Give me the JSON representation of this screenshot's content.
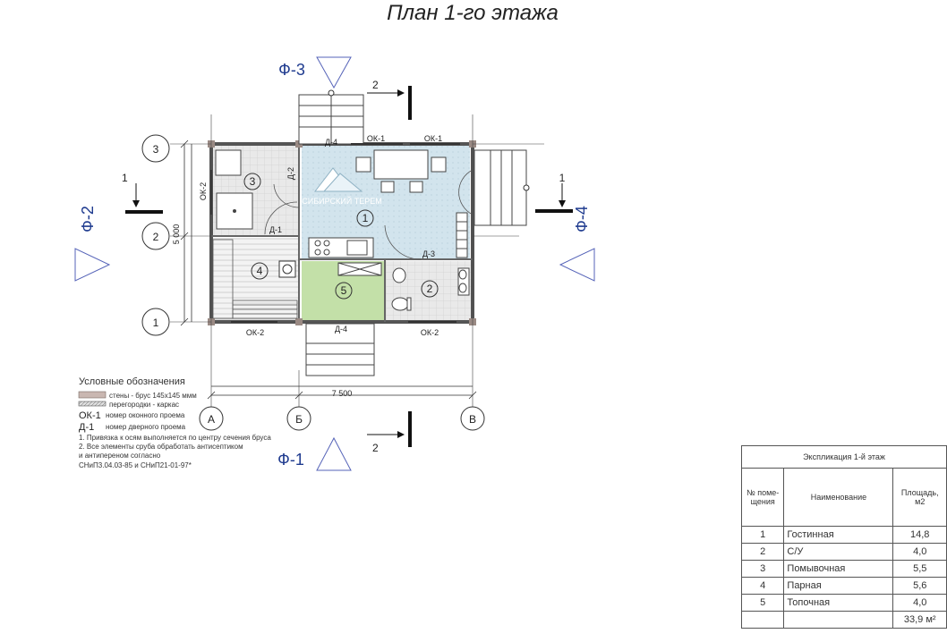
{
  "title": "План 1-го этажа",
  "views": {
    "f1": "Ф-1",
    "f2": "Ф-2",
    "f3": "Ф-3",
    "f4": "Ф-4"
  },
  "sections": {
    "s1": "1",
    "s2": "2"
  },
  "axes": {
    "vertical": [
      "A",
      "Б",
      "В"
    ],
    "horizontal": [
      "1",
      "2",
      "3"
    ]
  },
  "dimensions": {
    "width": "7 500",
    "height": "5 000"
  },
  "windows": {
    "ok1": "ОК-1",
    "ok2": "ОК-2"
  },
  "doors": {
    "d1": "Д-1",
    "d2": "Д-2",
    "d3": "Д-3",
    "d4": "Д-4"
  },
  "rooms": [
    "1",
    "2",
    "3",
    "4",
    "5"
  ],
  "logo": {
    "name": "СИБИРСКИЙ ТЕРЕМ"
  },
  "legend": {
    "title": "Условные обозначения",
    "walls": "стены - брус 145х145 ммм",
    "partitions": "перегородки - каркас",
    "window_code": "ОК-1",
    "window_desc": "номер оконного проема",
    "door_code": "Д-1",
    "door_desc": "номер дверного проема",
    "note1": "1. Привязка к осям выполняется по центру сечения бруса",
    "note2": "2. Все элементы сруба обработать антисептиком",
    "note3": "и антипереном согласно",
    "note4": "СНиП3.04.03-85 и СНиП21-01-97*"
  },
  "explication": {
    "caption": "Экспликация 1-й этаж",
    "col_num": "№ поме- щения",
    "col_name": "Наименование",
    "col_area": "Площадь, м2",
    "rows": [
      {
        "num": "1",
        "name": "Гостинная",
        "area": "14,8"
      },
      {
        "num": "2",
        "name": "С/У",
        "area": "4,0"
      },
      {
        "num": "3",
        "name": "Помывочная",
        "area": "5,5"
      },
      {
        "num": "4",
        "name": "Парная",
        "area": "5,6"
      },
      {
        "num": "5",
        "name": "Топочная",
        "area": "4,0"
      }
    ],
    "total": "33,9 м²"
  },
  "colors": {
    "walls": "#7a6a64",
    "living": "#cfe3ec",
    "wet_tiles": "#e6e6e6",
    "boiler": "#c3e0a8",
    "axis_blue": "#1f3b8f"
  }
}
